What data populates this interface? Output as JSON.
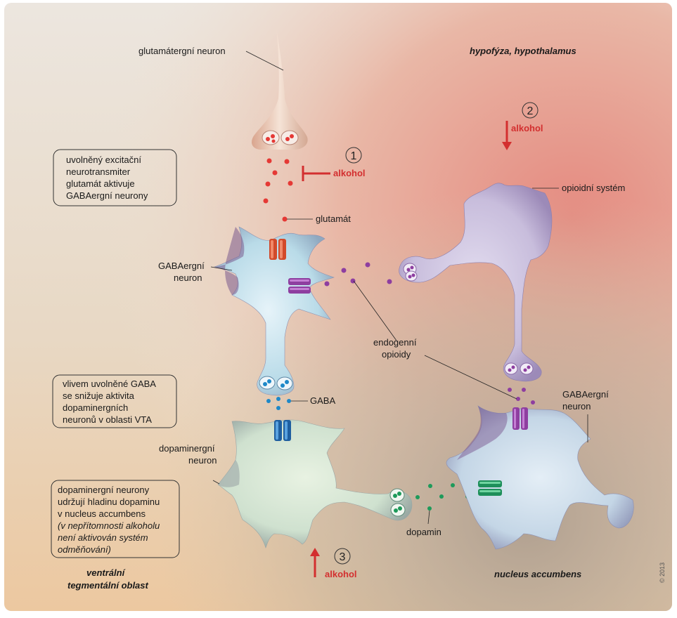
{
  "labels": {
    "glut_neuron": "glutamátergní neuron",
    "hypo": "hypofýza, hypothalamus",
    "glutamat": "glutamát",
    "gaba_neuron_1a": "GABAergní",
    "gaba_neuron_1b": "neuron",
    "opioid_system": "opioidní systém",
    "endogenni_a": "endogenní",
    "endogenni_b": "opioidy",
    "gaba": "GABA",
    "gaba_neuron_2a": "GABAergní",
    "gaba_neuron_2b": "neuron",
    "dopamin_neuron_a": "dopaminergní",
    "dopamin_neuron_b": "neuron",
    "dopamin": "dopamin",
    "vta_a": "ventrální",
    "vta_b": "tegmentální oblast",
    "nucleus": "nucleus accumbens",
    "credit": "© 2013"
  },
  "alcohol": {
    "one_num": "1",
    "one_label": "alkohol",
    "two_num": "2",
    "two_label": "alkohol",
    "three_num": "3",
    "three_label": "alkohol"
  },
  "boxes": {
    "box1": [
      "uvolněný excitační",
      "neurotransmiter",
      "glutamát aktivuje",
      "GABAergní neurony"
    ],
    "box2": [
      "vlivem uvolněné GABA",
      "se snižuje aktivita",
      "dopaminergních",
      "neuronů v oblasti VTA"
    ],
    "box3_normal": [
      "dopaminergní neurony",
      "udržují hladinu dopaminu",
      "v nucleus accumbens"
    ],
    "box3_italic": [
      "(v nepřítomnosti alkoholu",
      "není aktivován systém",
      "odměňování)"
    ]
  },
  "colors": {
    "alcohol_red": "#d32f2f",
    "glutamate": "#e53935",
    "opioid": "#8e3ea0",
    "gaba_vesicle": "#1e88c8",
    "dopamine": "#1e9a5a"
  }
}
